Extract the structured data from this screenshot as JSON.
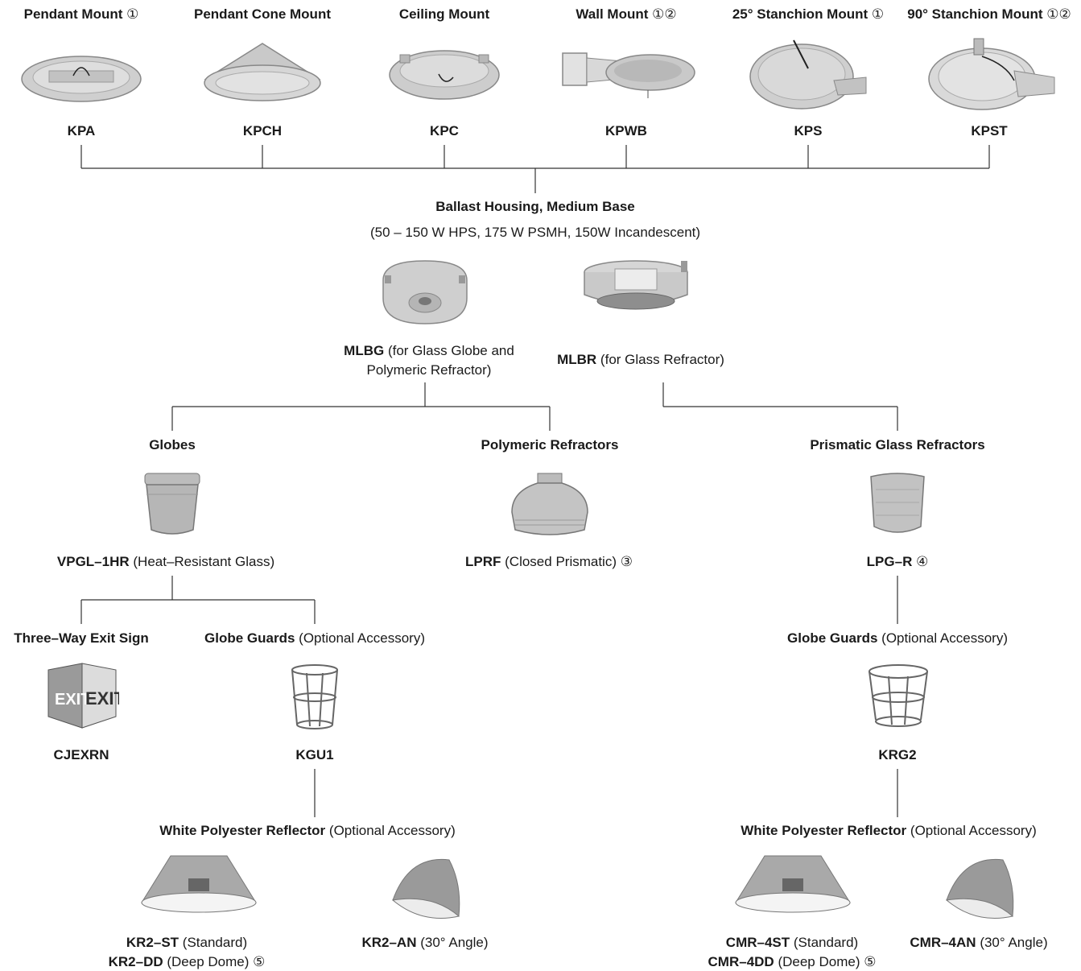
{
  "mounts": [
    {
      "title": "Pendant Mount",
      "note": "①",
      "code": "KPA"
    },
    {
      "title": "Pendant Cone Mount",
      "note": "",
      "code": "KPCH"
    },
    {
      "title": "Ceiling Mount",
      "note": "",
      "code": "KPC"
    },
    {
      "title": "Wall Mount",
      "note": "①②",
      "code": "KPWB"
    },
    {
      "title": "25° Stanchion Mount",
      "note": "①",
      "code": "KPS"
    },
    {
      "title": "90° Stanchion Mount",
      "note": "①②",
      "code": "KPST"
    }
  ],
  "housing": {
    "title": "Ballast Housing, Medium Base",
    "subtitle": "(50 – 150 W HPS, 175 W PSMH, 150W Incandescent)",
    "mlbg_code": "MLBG",
    "mlbg_desc_1": "(for Glass Globe and",
    "mlbg_desc_2": "Polymeric Refractor)",
    "mlbr_code": "MLBR",
    "mlbr_desc": "(for Glass Refractor)"
  },
  "globes": {
    "title": "Globes",
    "code": "VPGL–1HR",
    "desc": "(Heat–Resistant Glass)",
    "exit_title": "Three–Way Exit Sign",
    "exit_code": "CJEXRN",
    "exit_word": "EXIT",
    "guard_title": "Globe Guards",
    "guard_desc": "(Optional Accessory)",
    "guard_code": "KGU1",
    "refl_title": "White Polyester Reflector",
    "refl_desc": "(Optional Accessory)",
    "st_code": "KR2–ST",
    "st_desc": "(Standard)",
    "dd_code": "KR2–DD",
    "dd_desc": "(Deep Dome)",
    "dd_note": "⑤",
    "an_code": "KR2–AN",
    "an_desc": "(30° Angle)"
  },
  "polymeric": {
    "title": "Polymeric Refractors",
    "code": "LPRF",
    "desc": "(Closed Prismatic)",
    "note": "③"
  },
  "prismatic": {
    "title": "Prismatic Glass Refractors",
    "code": "LPG–R",
    "note": "④",
    "guard_title": "Globe Guards",
    "guard_desc": "(Optional Accessory)",
    "guard_code": "KRG2",
    "refl_title": "White Polyester Reflector",
    "refl_desc": "(Optional Accessory)",
    "st_code": "CMR–4ST",
    "st_desc": "(Standard)",
    "dd_code": "CMR–4DD",
    "dd_desc": "(Deep Dome)",
    "dd_note": "⑤",
    "an_code": "CMR–4AN",
    "an_desc": "(30° Angle)"
  },
  "colors": {
    "line": "#333333",
    "metal": "#c8c8c8",
    "metal_dark": "#8a8a8a"
  }
}
